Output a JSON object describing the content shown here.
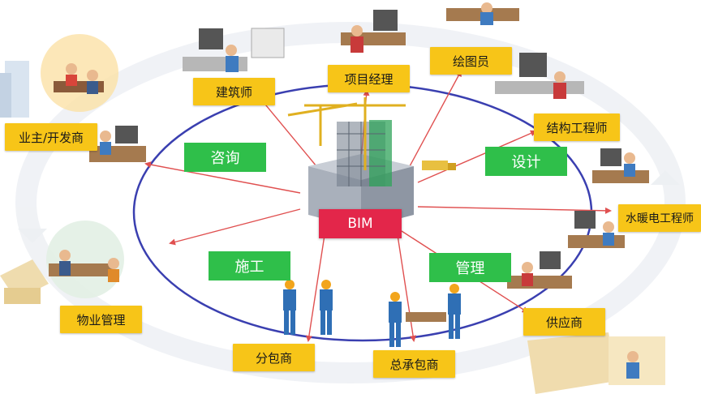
{
  "center": {
    "label": "BIM"
  },
  "roles": [
    {
      "id": "owner",
      "label": "业主/开发商"
    },
    {
      "id": "architect",
      "label": "建筑师"
    },
    {
      "id": "project-manager",
      "label": "项目经理"
    },
    {
      "id": "drafter",
      "label": "绘图员"
    },
    {
      "id": "structural-engineer",
      "label": "结构工程师"
    },
    {
      "id": "mep-engineer",
      "label": "水暖电工程师"
    },
    {
      "id": "supplier",
      "label": "供应商"
    },
    {
      "id": "general-contractor",
      "label": "总承包商"
    },
    {
      "id": "subcontractor",
      "label": "分包商"
    },
    {
      "id": "property-management",
      "label": "物业管理"
    }
  ],
  "phases": [
    {
      "id": "consulting",
      "label": "咨询"
    },
    {
      "id": "design",
      "label": "设计"
    },
    {
      "id": "construction",
      "label": "施工"
    },
    {
      "id": "management",
      "label": "管理"
    }
  ],
  "colors": {
    "role_label_bg": "#f7c518",
    "phase_label_bg": "#2fbf4a",
    "center_label_bg": "#e3264a",
    "ellipse_stroke": "#3a3fb0",
    "arrow_color": "#e05050"
  }
}
